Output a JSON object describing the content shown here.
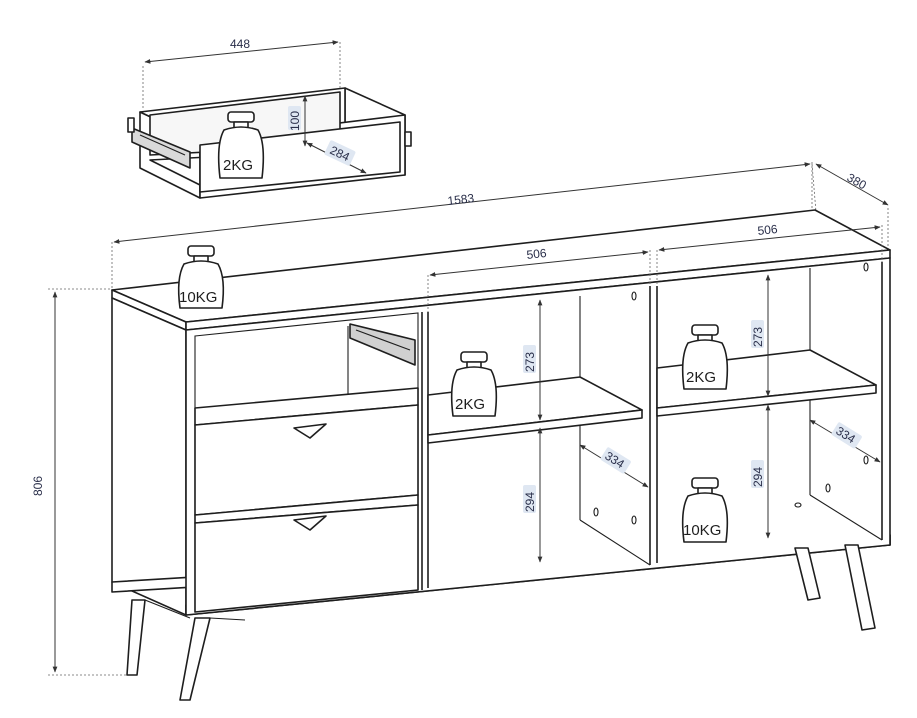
{
  "dimensions": {
    "drawer_width": "448",
    "drawer_height": "100",
    "drawer_depth": "284",
    "total_width": "1583",
    "total_depth": "380",
    "total_height": "806",
    "cabinet_width_left": "506",
    "cabinet_width_right": "506",
    "shelf_height_upper_left": "273",
    "shelf_height_upper_right": "273",
    "shelf_height_lower_left": "294",
    "shelf_height_lower_right": "294",
    "shelf_depth_left": "334",
    "shelf_depth_right": "334"
  },
  "load_labels": {
    "drawer": "2KG",
    "top": "10KG",
    "shelf_left": "2KG",
    "shelf_right_upper": "2KG",
    "shelf_right_lower": "10KG"
  }
}
